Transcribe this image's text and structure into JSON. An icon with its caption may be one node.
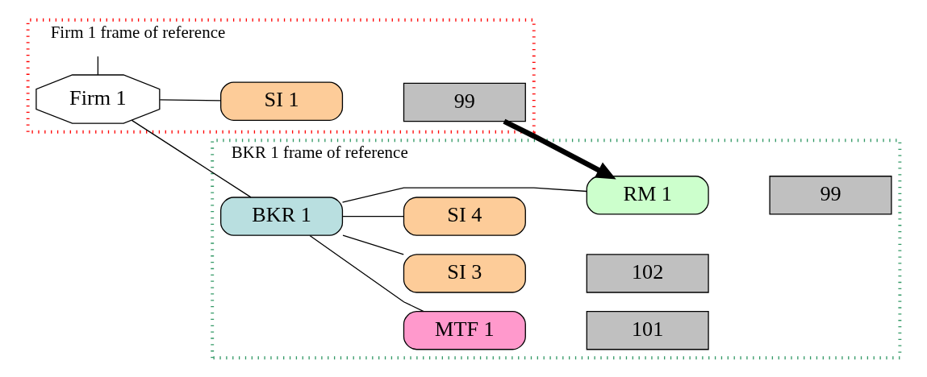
{
  "diagram": {
    "nodes": [
      {
        "text": [
          "Firm 1 frame of reference"
        ]
      },
      {
        "text": [
          "BKR 1 frame of reference"
        ]
      },
      {
        "text": [
          "Firm 1"
        ],
        "in": 0
      },
      {
        "text": [
          "BKR 1"
        ],
        "in": 1
      },
      {
        "text": [
          "MTF 1"
        ],
        "in": 1
      },
      {
        "text": [
          "101"
        ],
        "in": 1
      },
      {
        "text": [
          "SI 3"
        ],
        "in": 1
      },
      {
        "text": [
          "102"
        ],
        "in": 1
      },
      {
        "text": [
          "SI 4"
        ],
        "in": 1
      },
      {
        "text": [
          "RM 1"
        ],
        "in": 1
      },
      {
        "text": [
          "99"
        ],
        "in": 1
      },
      {
        "text": [
          "SI 1"
        ],
        "in": 0
      },
      {
        "text": [
          "99"
        ],
        "in": 0
      }
    ],
    "edges": [
      {
        "from": 2,
        "to": 3,
        "arrow": "none"
      },
      {
        "from": 2,
        "to": 11,
        "arrow": "none"
      },
      {
        "from": 2,
        "to": null,
        "arrow": "none"
      },
      {
        "from": 3,
        "to": 4,
        "arrow": "none"
      },
      {
        "from": 3,
        "to": 6,
        "arrow": "none"
      },
      {
        "from": 3,
        "to": 8,
        "arrow": "none"
      },
      {
        "from": 3,
        "to": 9,
        "arrow": "none"
      },
      {
        "from": 12,
        "to": 9,
        "arrow": "to",
        "style": "thick"
      }
    ]
  }
}
